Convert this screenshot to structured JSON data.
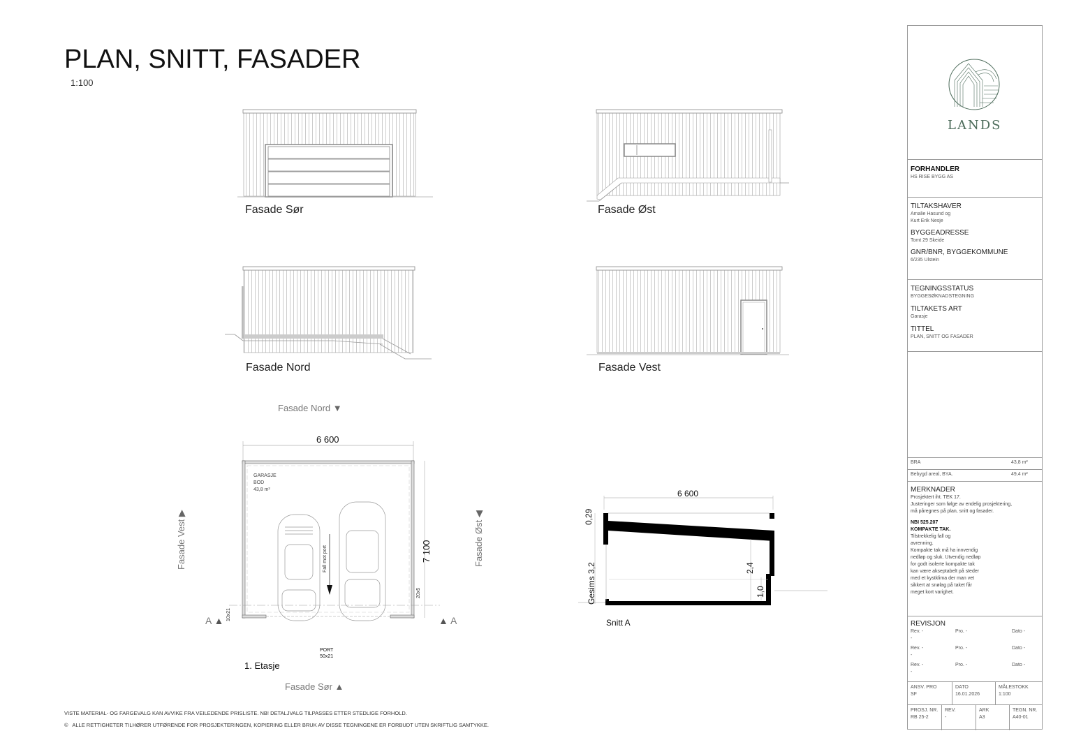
{
  "header": {
    "title": "PLAN, SNITT, FASADER",
    "scale": "1:100"
  },
  "facades": {
    "sor": "Fasade Sør",
    "ost": "Fasade Øst",
    "nord": "Fasade Nord",
    "vest": "Fasade Vest"
  },
  "plan": {
    "north_marker": "Fasade Nord",
    "south_marker": "Fasade Sør",
    "west_marker": "Fasade Vest",
    "east_marker": "Fasade Øst",
    "width_dim": "6 600",
    "depth_dim": "7 100",
    "room_name": "GARASJE",
    "room_sub": "BOD",
    "room_area": "43,8 m²",
    "slope_note": "Fall mot port",
    "door_left": "10x21",
    "window_right": "20x5",
    "port_label": "PORT",
    "port_size": "50x21",
    "section_marker": "A",
    "floor_label": "1. Etasje"
  },
  "section": {
    "width_dim": "6 600",
    "roof_dim": "0,29",
    "gesims_dim": "Gesims 3,2",
    "height_dim": "2,4",
    "low_dim": "1,0",
    "label": "Snitt A"
  },
  "footer": {
    "note1": "VISTE MATERIAL- OG FARGEVALG KAN AVVIKE FRA VEILEDENDE PRISLISTE. NB! DETALJVALG TILPASSES ETTER STEDLIGE FORHOLD.",
    "copyright_symbol": "©",
    "note2": "ALLE RETTIGHETER TILHØRER UTFØRENDE FOR PROSJEKTERINGEN, KOPIERING ELLER BRUK AV DISSE TEGNINGENE ER FORBUDT UTEN SKRIFTLIG SAMTYKKE."
  },
  "title_block": {
    "logo_text": "LANDS",
    "logo_color": "#4c6b5a",
    "forhandler_label": "FORHANDLER",
    "forhandler_value": "HS RISE BYGG AS",
    "tiltakshaver_label": "TILTAKSHAVER",
    "tiltakshaver_line1": "Amalie Hasund og",
    "tiltakshaver_line2": "Kurt Erik Nesje",
    "byggeadresse_label": "BYGGEADRESSE",
    "byggeadresse_value": "Tomt 29 Skeide",
    "gnr_label": "GNR/BNR, BYGGEKOMMUNE",
    "gnr_value": "6/235 Ulstein",
    "status_label": "TEGNINGSSTATUS",
    "status_value": "BYGGESØKNADSTEGNING",
    "art_label": "TILTAKETS ART",
    "art_value": "Garasje",
    "tittel_label": "TITTEL",
    "tittel_value": "PLAN, SNITT OG FASADER",
    "bra_label": "BRA",
    "bra_value": "43,8 m²",
    "bya_label": "Bebygd areal, BYA.",
    "bya_value": "49,4 m²",
    "merknader_label": "MERKNADER",
    "merknader_lines": [
      "Prosjektert iht. TEK 17.",
      "Justeringer som følge av endelig prosjektering,",
      "må påregnes på plan, snitt og fasader."
    ],
    "nbi_title1": "NBI 525.207",
    "nbi_title2": "KOMPAKTE TAK.",
    "nbi_lines": [
      "Tilstrekkelig fall og",
      "avrenning.",
      "Kompakte tak må ha innvendig",
      "nedløp og sluk. Utvendig nedløp",
      "for godt isolerte kompakte tak",
      "kan være akseptabelt på steder",
      "med et kystklima der man vet",
      "sikkert at snølag på taket får",
      "meget kort varighet."
    ],
    "revisjon_label": "REVISJON",
    "revisions": [
      {
        "rev": "Rev. -",
        "pro": "Pro. -",
        "dato": "Dato -",
        "desc": "-"
      },
      {
        "rev": "Rev. -",
        "pro": "Pro. -",
        "dato": "Dato -",
        "desc": "-"
      },
      {
        "rev": "Rev. -",
        "pro": "Pro. -",
        "dato": "Dato -",
        "desc": "-"
      }
    ],
    "ansv_label": "ANSV. PRO",
    "ansv_value": "SF",
    "dato_label": "DATO",
    "dato_value": "16.01.2026",
    "malestokk_label": "MÅLESTOKK",
    "malestokk_value": "1:100",
    "prosj_label": "PROSJ. NR.",
    "prosj_value": "RB 25-2",
    "rev_label": "REV.",
    "rev_value": "-",
    "ark_label": "ARK",
    "ark_value": "A3",
    "tegn_label": "TEGN. NR.",
    "tegn_value": "A40-01"
  }
}
